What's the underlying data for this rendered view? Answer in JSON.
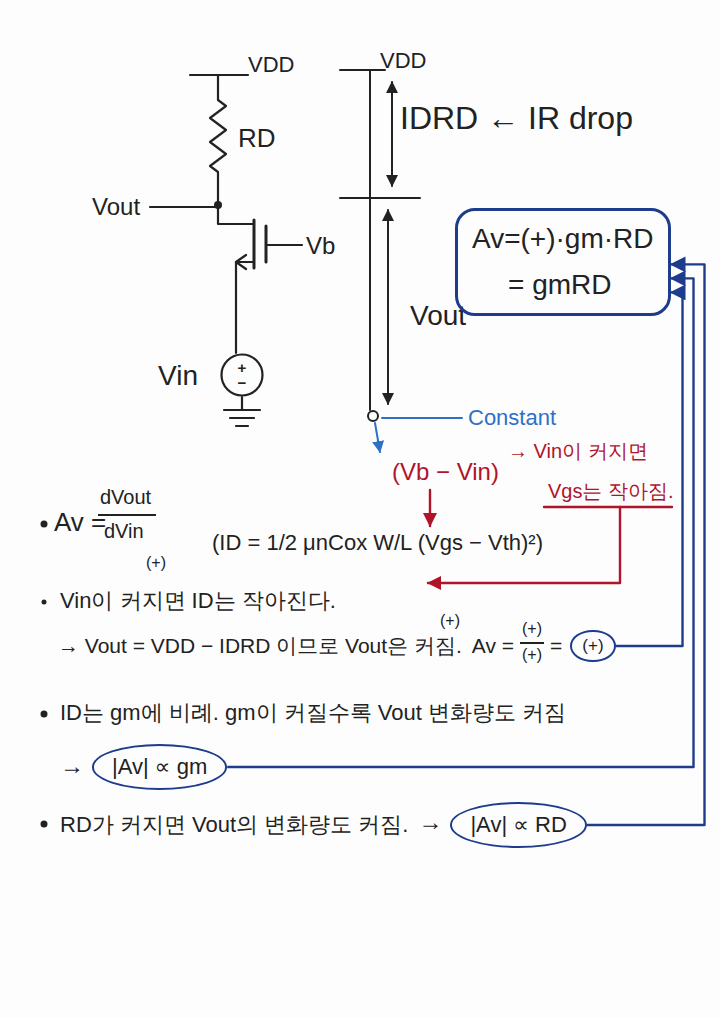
{
  "diagram": {
    "nodes": [
      {
        "text": [
          "Av=(+)·gm·RD",
          "= gmRD"
        ]
      },
      {
        "text": [
          "+",
          "−"
        ]
      },
      {
        "text": [
          "(+)"
        ]
      },
      {
        "text": [
          "|Av| ∝ gm"
        ]
      },
      {
        "text": [
          "|Av| ∝ RD"
        ]
      }
    ],
    "edges": [
      {
        "from": 2,
        "to": 0,
        "arrow": "to"
      },
      {
        "from": 3,
        "to": 0,
        "arrow": "to"
      },
      {
        "from": 4,
        "to": 0,
        "arrow": "to"
      }
    ],
    "labels": [
      "VDD",
      "RD",
      "Vout",
      "Vb",
      "Vin",
      "VDD",
      "IDRD ← IR drop",
      "Vout",
      "Constant",
      "(Vb − Vin)",
      "→ Vin이 커지면",
      "Vgs는 작아짐.",
      "Av =",
      "dVout",
      "dVin",
      "(+)",
      "(ID = 1/2 μnCox W/L (Vgs − Vth)²)",
      "Vin이 커지면 ID는 작아진다.",
      "(+)",
      "→ Vout = VDD − IDRD 이므로 Vout은 커짐.",
      "Av =",
      "(+)",
      "(+)",
      "=",
      "ID는 gm에 비례. gm이 커질수록 Vout 변화량도 커짐",
      "→",
      "RD가 커지면 Vout의 변화량도 커짐.",
      "→"
    ]
  }
}
